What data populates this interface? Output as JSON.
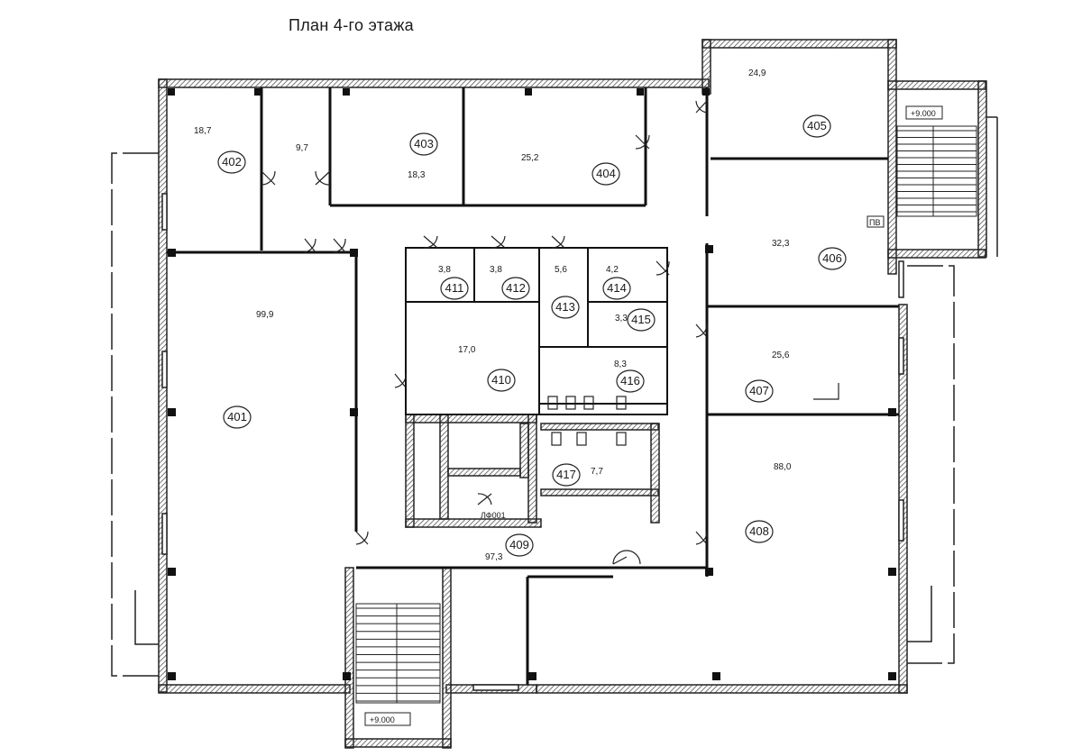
{
  "title": "План  4-го этажа",
  "rooms": [
    {
      "number": "401",
      "area": "99,9"
    },
    {
      "number": "402",
      "area": "18,7"
    },
    {
      "number": "403",
      "area": "18,3",
      "area_corridor": "9,7"
    },
    {
      "number": "404",
      "area": "25,2"
    },
    {
      "number": "405",
      "area": "24,9"
    },
    {
      "number": "406",
      "area": "32,3"
    },
    {
      "number": "407",
      "area": "25,6"
    },
    {
      "number": "408",
      "area": "88,0"
    },
    {
      "number": "409",
      "area": "97,3"
    },
    {
      "number": "410",
      "area": "17,0"
    },
    {
      "number": "411",
      "area": "3,8"
    },
    {
      "number": "412",
      "area": "3,8"
    },
    {
      "number": "413",
      "area": "5,6"
    },
    {
      "number": "414",
      "area": "4,2"
    },
    {
      "number": "415",
      "area": "3,3"
    },
    {
      "number": "416",
      "area": "8,3"
    },
    {
      "number": "417",
      "area": "7,7"
    }
  ],
  "marks": {
    "stair_top_level": "+9.000",
    "stair_bottom_level": "+9.000",
    "shaft_label": "ПВ",
    "elevator_label": "ЛФ001"
  }
}
